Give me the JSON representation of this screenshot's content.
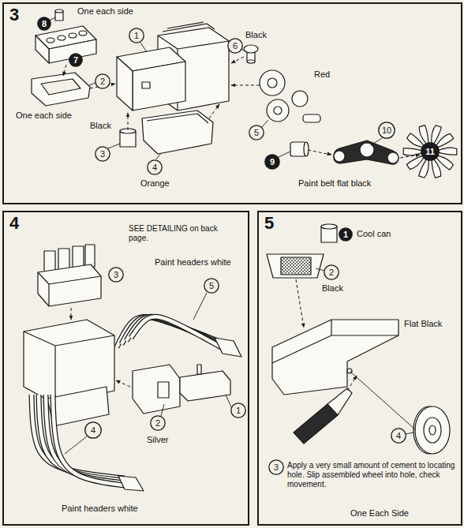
{
  "diagram": {
    "nodes": [
      {
        "text": [
          "3"
        ]
      },
      {
        "text": [
          "8"
        ],
        "in": 0
      },
      {
        "text": [
          "7"
        ],
        "in": 0
      },
      {
        "text": [
          "1"
        ],
        "in": 0
      },
      {
        "text": [
          "6"
        ],
        "in": 0
      },
      {
        "text": [
          "2"
        ],
        "in": 0
      },
      {
        "text": [
          "3"
        ],
        "in": 0
      },
      {
        "text": [
          "4"
        ],
        "in": 0
      },
      {
        "text": [
          "5"
        ],
        "in": 0
      },
      {
        "text": [
          "10"
        ],
        "in": 0
      },
      {
        "text": [
          "11"
        ],
        "in": 0
      },
      {
        "text": [
          "9"
        ],
        "in": 0
      },
      {
        "text": [
          "4"
        ]
      },
      {
        "text": [
          "3"
        ],
        "in": 12
      },
      {
        "text": [
          "5"
        ],
        "in": 12
      },
      {
        "text": [
          "4"
        ],
        "in": 12
      },
      {
        "text": [
          "2"
        ],
        "in": 12
      },
      {
        "text": [
          "1"
        ],
        "in": 12
      },
      {
        "text": [
          "5"
        ]
      },
      {
        "text": [
          "1"
        ],
        "in": 18
      },
      {
        "text": [
          "2"
        ],
        "in": 18
      },
      {
        "text": [
          "4"
        ],
        "in": 18
      },
      {
        "text": [
          "3"
        ],
        "in": 18
      }
    ],
    "labels": [
      "One each side",
      "One each side",
      "Black",
      "Red",
      "Black",
      "Orange",
      "Paint belt flat black",
      "SEE DETAILING on back page.",
      "Paint headers white",
      "Silver",
      "Paint headers white",
      "Cool can",
      "Black",
      "Flat Black",
      "Apply a very small amount of cement to locating hole. Slip assembled wheel into hole, check movement.",
      "One Each Side"
    ]
  }
}
